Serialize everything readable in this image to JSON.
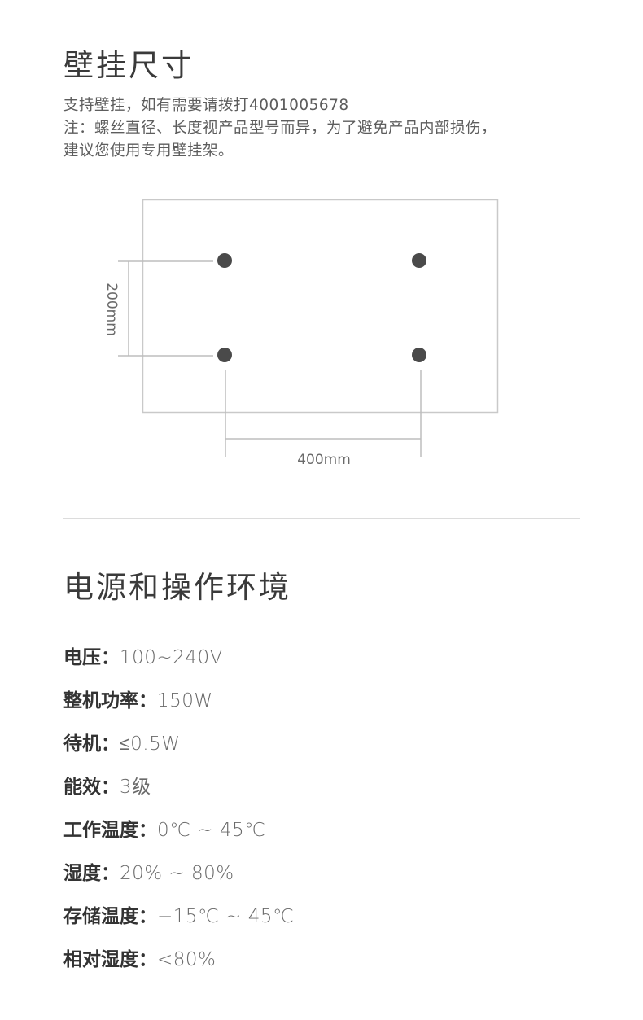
{
  "wall_mount": {
    "title": "壁挂尺寸",
    "notes": [
      "支持壁挂，如有需要请拨打4001005678",
      "注：螺丝直径、长度视产品型号而异，为了避免产品内部损伤，",
      "建议您使用专用壁挂架。"
    ],
    "vertical_spacing_label": "200mm",
    "horizontal_spacing_label": "400mm",
    "colors": {
      "hole": "#4a4a4a",
      "outline": "#c9c9c9",
      "dimension_line": "#bdbdbd"
    }
  },
  "power": {
    "title": "电源和操作环境",
    "specs": [
      {
        "label": "电压：",
        "value": "100~240V"
      },
      {
        "label": "整机功率：",
        "value": "150W"
      },
      {
        "label": "待机：",
        "value": "≤0.5W"
      },
      {
        "label": "能效：",
        "value": "3级"
      },
      {
        "label": "工作温度：",
        "value": "0℃ ~ 45℃"
      },
      {
        "label": "湿度：",
        "value": "20% ~ 80%"
      },
      {
        "label": "存储温度：",
        "value": "−15℃ ~ 45℃"
      },
      {
        "label": "相对湿度：",
        "value": "<80%"
      }
    ]
  }
}
